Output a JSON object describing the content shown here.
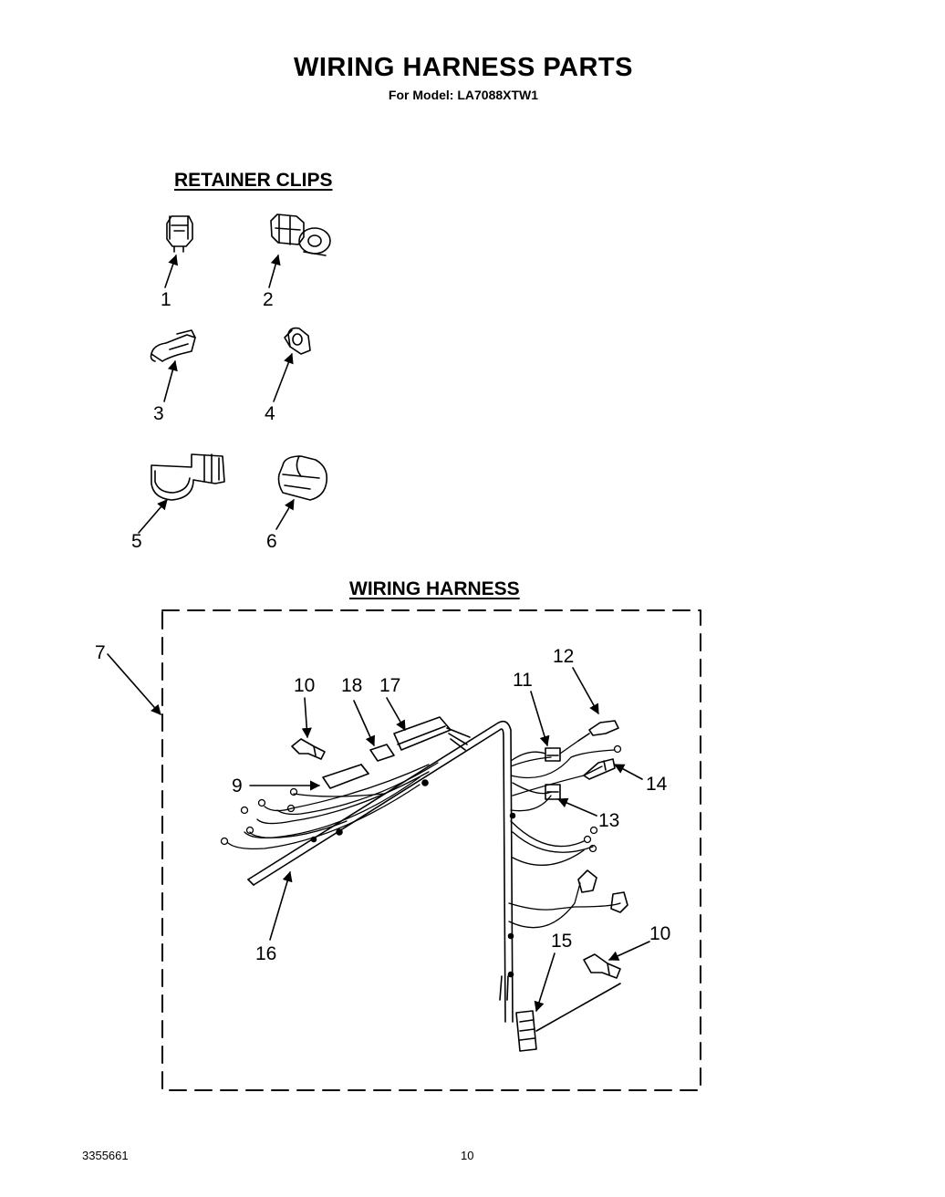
{
  "header": {
    "title": "WIRING HARNESS PARTS",
    "model_line": "For Model: LA7088XTW1"
  },
  "retainer_clips": {
    "heading": "RETAINER CLIPS",
    "callouts": [
      "1",
      "2",
      "3",
      "4",
      "5",
      "6"
    ]
  },
  "wiring_harness": {
    "heading": "WIRING HARNESS",
    "callouts": {
      "assembly": "7",
      "terminal_left": "10",
      "plug_18": "18",
      "plug_17": "17",
      "connector_11": "11",
      "terminal_12": "12",
      "connector_9": "9",
      "terminal_14": "14",
      "connector_13": "13",
      "harness_16": "16",
      "connector_15": "15",
      "terminal_right": "10"
    }
  },
  "footer": {
    "doc_number": "3355661",
    "page_number": "10"
  }
}
